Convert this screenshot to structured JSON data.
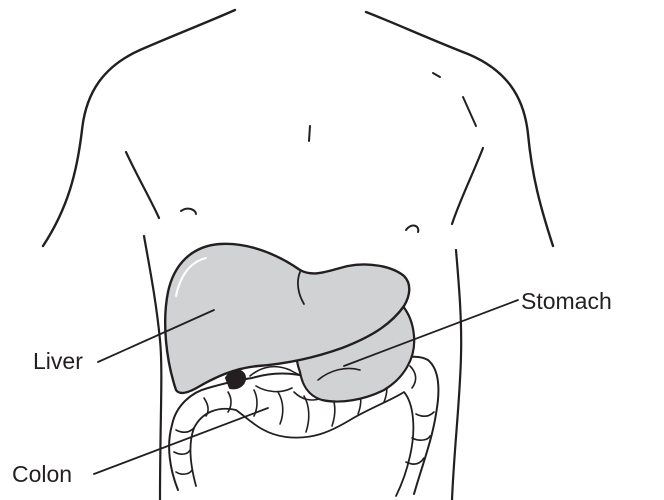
{
  "labels": {
    "stomach": "Stomach",
    "liver": "Liver",
    "colon": "Colon"
  },
  "colors": {
    "outline": "#231f20",
    "organ_fill": "#d1d2d4",
    "background": "#ffffff"
  }
}
